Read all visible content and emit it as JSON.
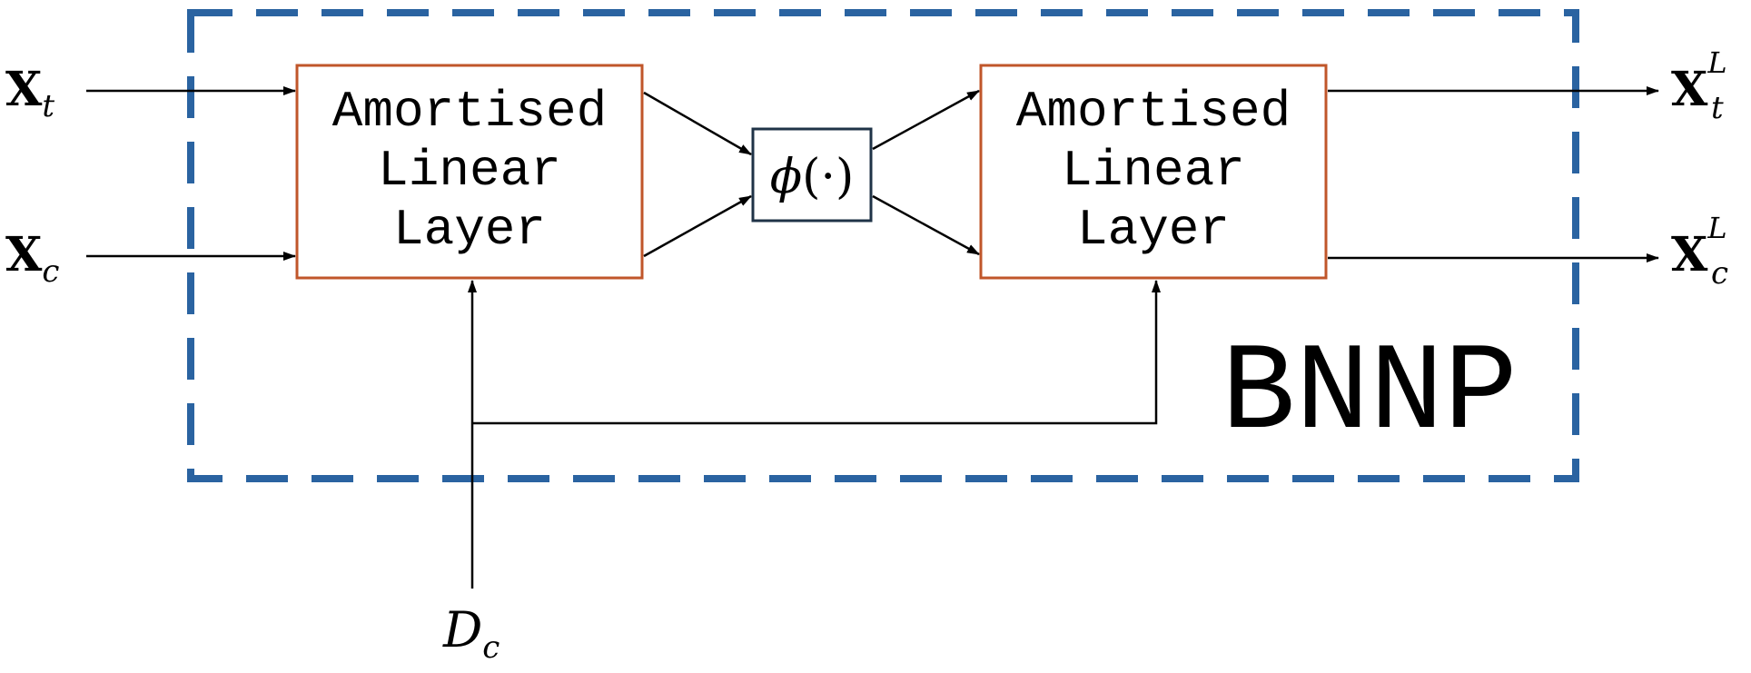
{
  "container": {
    "label": "BNNP",
    "border_color": "#2a63a1"
  },
  "layers": [
    {
      "line1": "Amortised",
      "line2": "Linear",
      "line3": "Layer"
    },
    {
      "line1": "Amortised",
      "line2": "Linear",
      "line3": "Layer"
    }
  ],
  "activation": {
    "phi": "ϕ",
    "args": "(·)"
  },
  "inputs": {
    "target": {
      "base": "X",
      "sub": "t"
    },
    "context": {
      "base": "X",
      "sub": "c"
    },
    "dataset": {
      "base": "D",
      "sub": "c"
    }
  },
  "outputs": {
    "target": {
      "base": "X",
      "sub": "t",
      "sup": "L"
    },
    "context": {
      "base": "X",
      "sub": "c",
      "sup": "L"
    }
  },
  "colors": {
    "layer_border": "#c0562a",
    "activation_border": "#1f3347",
    "line": "#000000"
  }
}
